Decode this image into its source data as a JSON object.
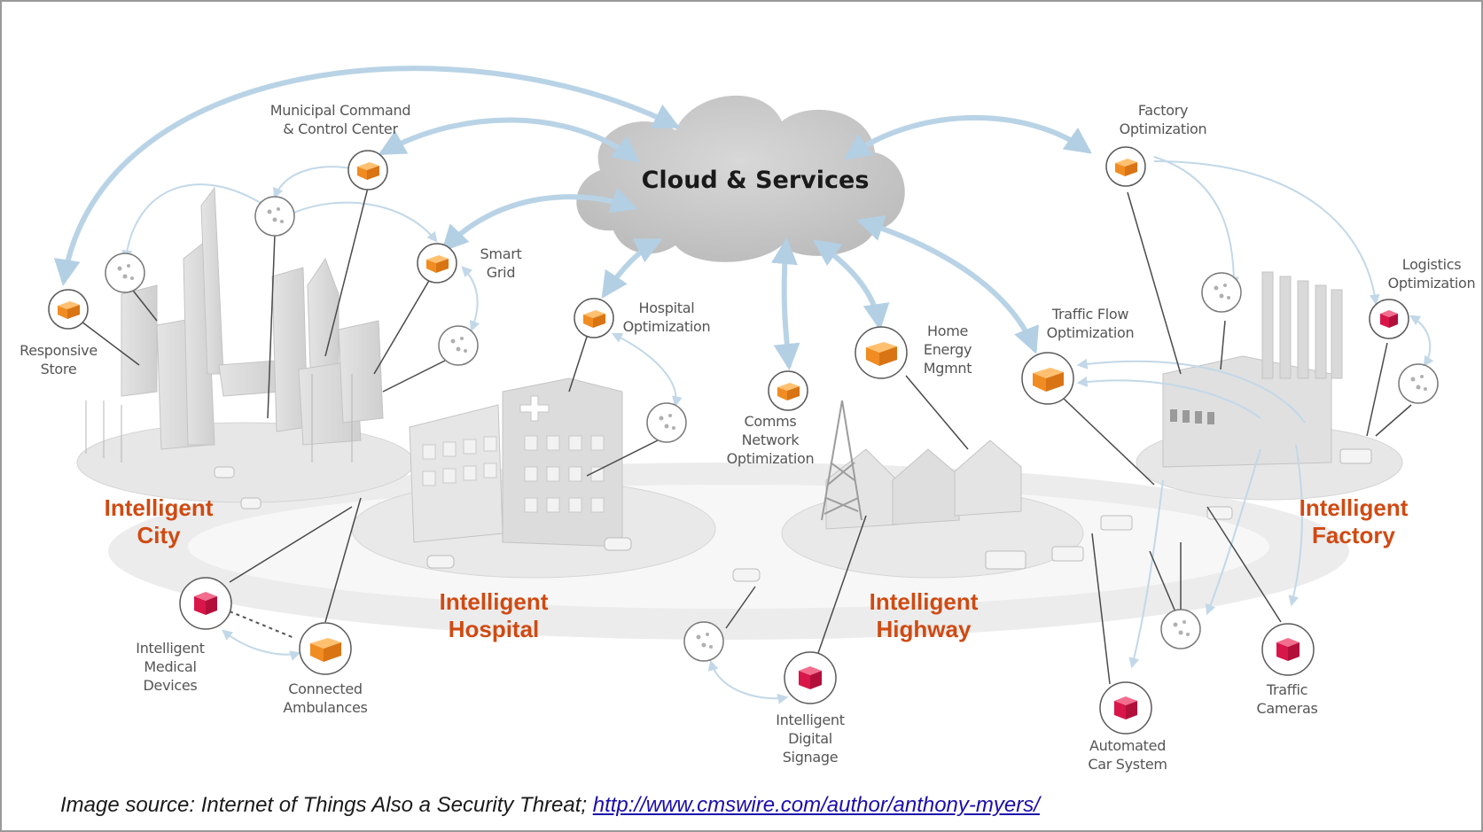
{
  "cloud": {
    "title": "Cloud & Services"
  },
  "zones": {
    "city": [
      "Intelligent",
      "City"
    ],
    "hospital": [
      "Intelligent",
      "Hospital"
    ],
    "highway": [
      "Intelligent",
      "Highway"
    ],
    "factory": [
      "Intelligent",
      "Factory"
    ]
  },
  "labels": {
    "municipal": [
      "Municipal Command",
      "& Control Center"
    ],
    "smart_grid": [
      "Smart",
      "Grid"
    ],
    "responsive_store": [
      "Responsive",
      "Store"
    ],
    "hospital_opt": [
      "Hospital",
      "Optimization"
    ],
    "comms": [
      "Comms",
      "Network",
      "Optimization"
    ],
    "home_energy": [
      "Home",
      "Energy",
      "Mgmnt"
    ],
    "traffic_flow": [
      "Traffic Flow",
      "Optimization"
    ],
    "factory_opt": [
      "Factory",
      "Optimization"
    ],
    "logistics": [
      "Logistics",
      "Optimization"
    ],
    "medical": [
      "Intelligent",
      "Medical",
      "Devices"
    ],
    "ambulances": [
      "Connected",
      "Ambulances"
    ],
    "signage": [
      "Intelligent",
      "Digital",
      "Signage"
    ],
    "car_system": [
      "Automated",
      "Car System"
    ],
    "traffic_cams": [
      "Traffic",
      "Cameras"
    ]
  },
  "caption": {
    "prefix": "Image source:  Internet of Things Also a Security Threat; ",
    "link": "http://www.cmswire.com/author/anthony-myers/"
  },
  "icons": {
    "orange_node": "orange-cube-icon",
    "pink_node": "pink-cube-icon",
    "sensor_node": "sensor-dots-icon"
  },
  "colors": {
    "zone_text": "#d04a12",
    "orange_cube": "#f08c22",
    "pink_cube": "#d8164a",
    "arrow": "#b9d3e6",
    "cloud": "#c9c9c9",
    "link": "#1a0dab"
  }
}
